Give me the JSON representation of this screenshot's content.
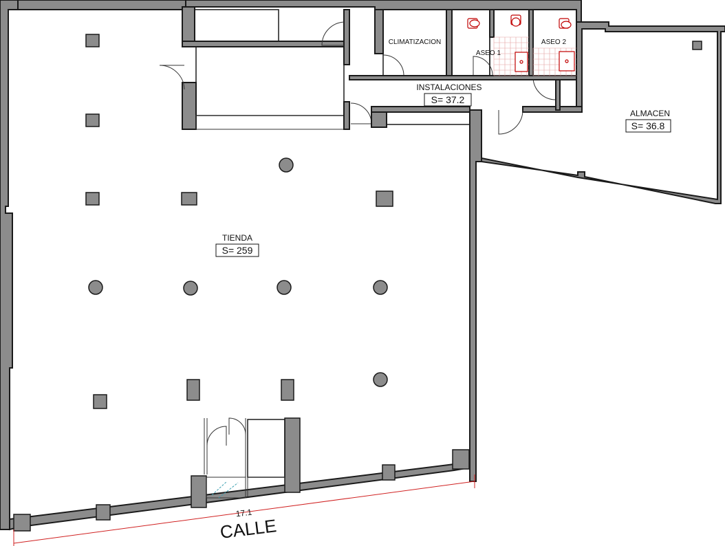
{
  "rooms": {
    "tienda": {
      "name": "TIENDA",
      "area": "S= 259"
    },
    "instalaciones": {
      "name": "INSTALACIONES",
      "area": "S= 37.2"
    },
    "almacen": {
      "name": "ALMACEN",
      "area": "S= 36.8"
    },
    "climatizacion": {
      "name": "CLIMATIZACION"
    },
    "aseo1": {
      "name": "ASEO 1"
    },
    "aseo2": {
      "name": "ASEO 2"
    }
  },
  "street": {
    "name": "CALLE"
  },
  "dimension": {
    "facade_length": "17.1"
  },
  "colors": {
    "wall_fill": "#8c8c8c",
    "line": "#1a1a1a",
    "sanitary": "#c00000",
    "dimension_line": "#d02020"
  }
}
